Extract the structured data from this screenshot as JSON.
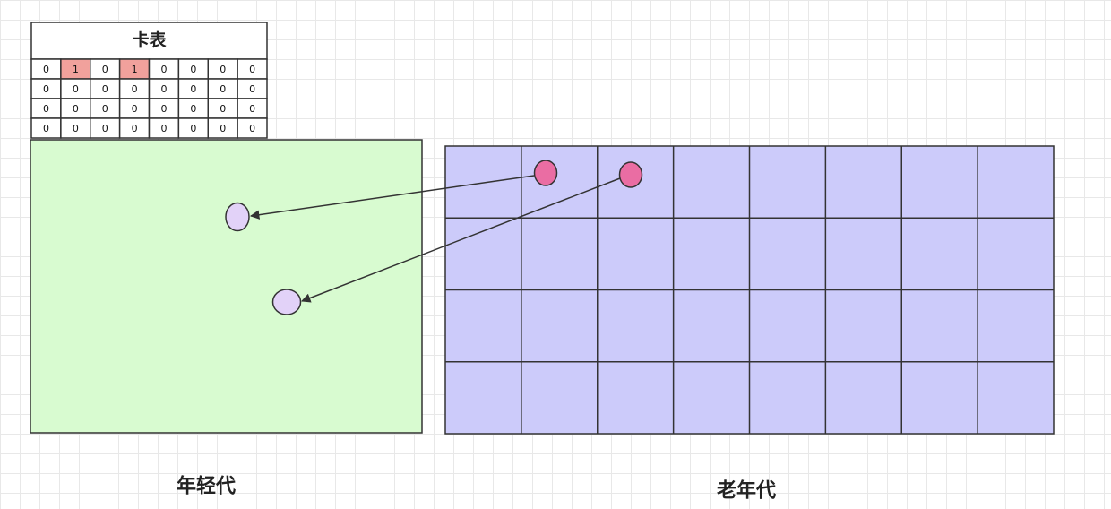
{
  "card_table": {
    "title": "卡表",
    "rows": [
      [
        "0",
        "1",
        "0",
        "1",
        "0",
        "0",
        "0",
        "0"
      ],
      [
        "0",
        "0",
        "0",
        "0",
        "0",
        "0",
        "0",
        "0"
      ],
      [
        "0",
        "0",
        "0",
        "0",
        "0",
        "0",
        "0",
        "0"
      ],
      [
        "0",
        "0",
        "0",
        "0",
        "0",
        "0",
        "0",
        "0"
      ]
    ],
    "dirty_color": "#f1a19c"
  },
  "young_gen": {
    "label": "年轻代",
    "fill_color": "#d8fbd0",
    "object_color": "#e2d2f8",
    "object_count": 2
  },
  "old_gen": {
    "label": "老年代",
    "fill_color": "#cccbfa",
    "grid_rows": 4,
    "grid_cols": 8,
    "object_color": "#ea6da3",
    "object_count": 2
  },
  "references": [
    {
      "from": "old-object-1",
      "to": "young-object-1"
    },
    {
      "from": "old-object-2",
      "to": "young-object-2"
    }
  ]
}
